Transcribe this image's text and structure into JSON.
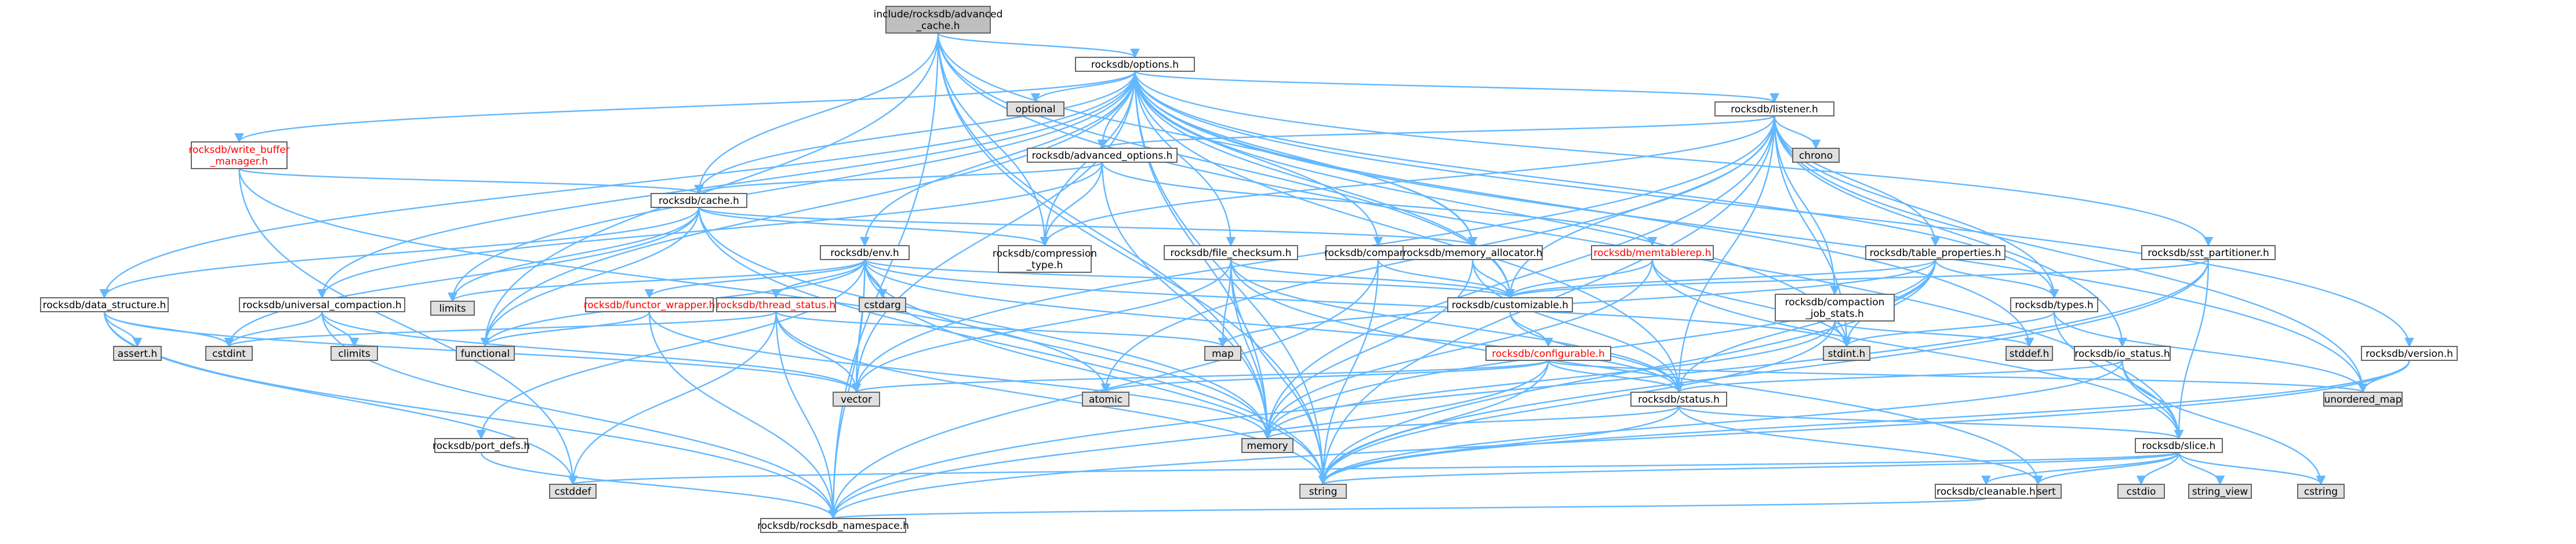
{
  "colors": {
    "edge": "#63B8FF",
    "border": "#666666",
    "node_fill": "#ffffff",
    "root_fill": "#bfbfbf",
    "external_fill": "#e0e0e0",
    "text": "#000000",
    "incomplete_text": "#ff0000"
  },
  "nodes": [
    {
      "id": "root",
      "lines": [
        "include/rocksdb/advanced",
        "_cache.h"
      ],
      "kind": "root"
    },
    {
      "id": "options",
      "lines": [
        "rocksdb/options.h"
      ],
      "kind": "file"
    },
    {
      "id": "listener",
      "lines": [
        "rocksdb/listener.h"
      ],
      "kind": "file"
    },
    {
      "id": "optional",
      "lines": [
        "optional"
      ],
      "kind": "external"
    },
    {
      "id": "wbm",
      "lines": [
        "rocksdb/write_buffer",
        "_manager.h"
      ],
      "kind": "incomplete"
    },
    {
      "id": "advopt",
      "lines": [
        "rocksdb/advanced_options.h"
      ],
      "kind": "file"
    },
    {
      "id": "chrono",
      "lines": [
        "chrono"
      ],
      "kind": "external"
    },
    {
      "id": "cache",
      "lines": [
        "rocksdb/cache.h"
      ],
      "kind": "file"
    },
    {
      "id": "env",
      "lines": [
        "rocksdb/env.h"
      ],
      "kind": "file"
    },
    {
      "id": "filechk",
      "lines": [
        "rocksdb/file_checksum.h"
      ],
      "kind": "file"
    },
    {
      "id": "comparator",
      "lines": [
        "rocksdb/comparator.h"
      ],
      "kind": "file"
    },
    {
      "id": "memalloc",
      "lines": [
        "rocksdb/memory_allocator.h"
      ],
      "kind": "file"
    },
    {
      "id": "memtablerep",
      "lines": [
        "rocksdb/memtablerep.h"
      ],
      "kind": "incomplete"
    },
    {
      "id": "tableprops",
      "lines": [
        "rocksdb/table_properties.h"
      ],
      "kind": "file"
    },
    {
      "id": "sstpart",
      "lines": [
        "rocksdb/sst_partitioner.h"
      ],
      "kind": "file"
    },
    {
      "id": "compression",
      "lines": [
        "rocksdb/compression",
        "_type.h"
      ],
      "kind": "file"
    },
    {
      "id": "datastruct",
      "lines": [
        "rocksdb/data_structure.h"
      ],
      "kind": "file"
    },
    {
      "id": "univcomp",
      "lines": [
        "rocksdb/universal_compaction.h"
      ],
      "kind": "file"
    },
    {
      "id": "limits",
      "lines": [
        "limits"
      ],
      "kind": "external"
    },
    {
      "id": "functor",
      "lines": [
        "rocksdb/functor_wrapper.h"
      ],
      "kind": "incomplete"
    },
    {
      "id": "threadstatus",
      "lines": [
        "rocksdb/thread_status.h"
      ],
      "kind": "incomplete"
    },
    {
      "id": "cstdarg",
      "lines": [
        "cstdarg"
      ],
      "kind": "external"
    },
    {
      "id": "customizable",
      "lines": [
        "rocksdb/customizable.h"
      ],
      "kind": "file"
    },
    {
      "id": "compjob",
      "lines": [
        "rocksdb/compaction",
        "_job_stats.h"
      ],
      "kind": "file"
    },
    {
      "id": "types",
      "lines": [
        "rocksdb/types.h"
      ],
      "kind": "file"
    },
    {
      "id": "version",
      "lines": [
        "rocksdb/version.h"
      ],
      "kind": "file"
    },
    {
      "id": "assert",
      "lines": [
        "assert.h"
      ],
      "kind": "external"
    },
    {
      "id": "cstdint",
      "lines": [
        "cstdint"
      ],
      "kind": "external"
    },
    {
      "id": "climits",
      "lines": [
        "climits"
      ],
      "kind": "external"
    },
    {
      "id": "functional",
      "lines": [
        "functional"
      ],
      "kind": "external"
    },
    {
      "id": "map",
      "lines": [
        "map"
      ],
      "kind": "external"
    },
    {
      "id": "configurable",
      "lines": [
        "rocksdb/configurable.h"
      ],
      "kind": "incomplete"
    },
    {
      "id": "stdint",
      "lines": [
        "stdint.h"
      ],
      "kind": "external"
    },
    {
      "id": "stddef",
      "lines": [
        "stddef.h"
      ],
      "kind": "external"
    },
    {
      "id": "iostatus",
      "lines": [
        "rocksdb/io_status.h"
      ],
      "kind": "file"
    },
    {
      "id": "unordered_map",
      "lines": [
        "unordered_map"
      ],
      "kind": "external"
    },
    {
      "id": "vector",
      "lines": [
        "vector"
      ],
      "kind": "external"
    },
    {
      "id": "atomic",
      "lines": [
        "atomic"
      ],
      "kind": "external"
    },
    {
      "id": "status",
      "lines": [
        "rocksdb/status.h"
      ],
      "kind": "file"
    },
    {
      "id": "portdefs",
      "lines": [
        "rocksdb/port_defs.h"
      ],
      "kind": "file"
    },
    {
      "id": "memory",
      "lines": [
        "memory"
      ],
      "kind": "external"
    },
    {
      "id": "slice",
      "lines": [
        "rocksdb/slice.h"
      ],
      "kind": "file"
    },
    {
      "id": "cstddef",
      "lines": [
        "cstddef"
      ],
      "kind": "external"
    },
    {
      "id": "string",
      "lines": [
        "string"
      ],
      "kind": "external"
    },
    {
      "id": "cassert",
      "lines": [
        "cassert"
      ],
      "kind": "external"
    },
    {
      "id": "cleanable",
      "lines": [
        "rocksdb/cleanable.h"
      ],
      "kind": "file"
    },
    {
      "id": "cstdio",
      "lines": [
        "cstdio"
      ],
      "kind": "external"
    },
    {
      "id": "string_view",
      "lines": [
        "string_view"
      ],
      "kind": "external"
    },
    {
      "id": "cstring",
      "lines": [
        "cstring"
      ],
      "kind": "external"
    },
    {
      "id": "namespace",
      "lines": [
        "rocksdb/rocksdb_namespace.h"
      ],
      "kind": "file"
    }
  ],
  "edges": [
    [
      "root",
      "options"
    ],
    [
      "root",
      "cache"
    ],
    [
      "root",
      "compression"
    ],
    [
      "root",
      "memalloc"
    ],
    [
      "root",
      "customizable"
    ],
    [
      "root",
      "memory"
    ],
    [
      "root",
      "string"
    ],
    [
      "root",
      "slice"
    ],
    [
      "root",
      "functional"
    ],
    [
      "root",
      "namespace"
    ],
    [
      "options",
      "listener"
    ],
    [
      "options",
      "optional"
    ],
    [
      "options",
      "wbm"
    ],
    [
      "options",
      "advopt"
    ],
    [
      "options",
      "cache"
    ],
    [
      "options",
      "env"
    ],
    [
      "options",
      "filechk"
    ],
    [
      "options",
      "comparator"
    ],
    [
      "options",
      "memalloc"
    ],
    [
      "options",
      "compression"
    ],
    [
      "options",
      "datastruct"
    ],
    [
      "options",
      "univcomp"
    ],
    [
      "options",
      "limits"
    ],
    [
      "options",
      "customizable"
    ],
    [
      "options",
      "sstpart"
    ],
    [
      "options",
      "types"
    ],
    [
      "options",
      "version"
    ],
    [
      "options",
      "stddef"
    ],
    [
      "options",
      "stdint"
    ],
    [
      "options",
      "unordered_map"
    ],
    [
      "options",
      "vector"
    ],
    [
      "options",
      "memory"
    ],
    [
      "options",
      "string"
    ],
    [
      "options",
      "status"
    ],
    [
      "options",
      "functional"
    ],
    [
      "listener",
      "chrono"
    ],
    [
      "listener",
      "advopt"
    ],
    [
      "listener",
      "tableprops"
    ],
    [
      "listener",
      "compjob"
    ],
    [
      "listener",
      "compression"
    ],
    [
      "listener",
      "customizable"
    ],
    [
      "listener",
      "types"
    ],
    [
      "listener",
      "iostatus"
    ],
    [
      "listener",
      "status"
    ],
    [
      "listener",
      "memory"
    ],
    [
      "listener",
      "string"
    ],
    [
      "listener",
      "unordered_map"
    ],
    [
      "listener",
      "vector"
    ],
    [
      "listener",
      "stdint"
    ],
    [
      "listener",
      "atomic"
    ],
    [
      "wbm",
      "cache"
    ],
    [
      "wbm",
      "cstddef"
    ],
    [
      "wbm",
      "atomic"
    ],
    [
      "advopt",
      "cache"
    ],
    [
      "advopt",
      "compression"
    ],
    [
      "advopt",
      "memtablerep"
    ],
    [
      "advopt",
      "univcomp"
    ],
    [
      "advopt",
      "memory"
    ],
    [
      "cache",
      "compression"
    ],
    [
      "cache",
      "memalloc"
    ],
    [
      "cache",
      "datastruct"
    ],
    [
      "cache",
      "limits"
    ],
    [
      "cache",
      "cstdint"
    ],
    [
      "cache",
      "functional"
    ],
    [
      "cache",
      "memory"
    ],
    [
      "cache",
      "string"
    ],
    [
      "env",
      "functor"
    ],
    [
      "env",
      "threadstatus"
    ],
    [
      "env",
      "customizable"
    ],
    [
      "env",
      "cstdarg"
    ],
    [
      "env",
      "limits"
    ],
    [
      "env",
      "functional"
    ],
    [
      "env",
      "memory"
    ],
    [
      "env",
      "portdefs"
    ],
    [
      "env",
      "stdint"
    ],
    [
      "env",
      "string"
    ],
    [
      "env",
      "status"
    ],
    [
      "env",
      "vector"
    ],
    [
      "env",
      "namespace"
    ],
    [
      "filechk",
      "customizable"
    ],
    [
      "filechk",
      "map"
    ],
    [
      "filechk",
      "memory"
    ],
    [
      "filechk",
      "string"
    ],
    [
      "filechk",
      "vector"
    ],
    [
      "filechk",
      "status"
    ],
    [
      "filechk",
      "cassert"
    ],
    [
      "comparator",
      "customizable"
    ],
    [
      "comparator",
      "string"
    ],
    [
      "comparator",
      "namespace"
    ],
    [
      "memalloc",
      "customizable"
    ],
    [
      "memalloc",
      "status"
    ],
    [
      "memalloc",
      "memory"
    ],
    [
      "memtablerep",
      "customizable"
    ],
    [
      "memtablerep",
      "slice"
    ],
    [
      "memtablerep",
      "stdint"
    ],
    [
      "memtablerep",
      "memory"
    ],
    [
      "tableprops",
      "customizable"
    ],
    [
      "tableprops",
      "types"
    ],
    [
      "tableprops",
      "status"
    ],
    [
      "tableprops",
      "map"
    ],
    [
      "tableprops",
      "memory"
    ],
    [
      "tableprops",
      "string"
    ],
    [
      "tableprops",
      "stdint"
    ],
    [
      "sstpart",
      "customizable"
    ],
    [
      "sstpart",
      "slice"
    ],
    [
      "sstpart",
      "string"
    ],
    [
      "sstpart",
      "namespace"
    ],
    [
      "datastruct",
      "assert"
    ],
    [
      "datastruct",
      "cstddef"
    ],
    [
      "datastruct",
      "cstdint"
    ],
    [
      "datastruct",
      "vector"
    ],
    [
      "datastruct",
      "namespace"
    ],
    [
      "univcomp",
      "climits"
    ],
    [
      "univcomp",
      "cstdint"
    ],
    [
      "univcomp",
      "vector"
    ],
    [
      "univcomp",
      "namespace"
    ],
    [
      "functor",
      "functional"
    ],
    [
      "functor",
      "memory"
    ],
    [
      "functor",
      "namespace"
    ],
    [
      "threadstatus",
      "cstddef"
    ],
    [
      "threadstatus",
      "cstdint"
    ],
    [
      "threadstatus",
      "map"
    ],
    [
      "threadstatus",
      "string"
    ],
    [
      "threadstatus",
      "vector"
    ],
    [
      "threadstatus",
      "namespace"
    ],
    [
      "customizable",
      "configurable"
    ],
    [
      "customizable",
      "status"
    ],
    [
      "configurable",
      "atomic"
    ],
    [
      "configurable",
      "string"
    ],
    [
      "configurable",
      "unordered_map"
    ],
    [
      "configurable",
      "vector"
    ],
    [
      "configurable",
      "status"
    ],
    [
      "configurable",
      "namespace"
    ],
    [
      "compjob",
      "stddef"
    ],
    [
      "compjob",
      "stdint"
    ],
    [
      "compjob",
      "string"
    ],
    [
      "compjob",
      "memory"
    ],
    [
      "types",
      "stdint"
    ],
    [
      "types",
      "slice"
    ],
    [
      "types",
      "unordered_map"
    ],
    [
      "iostatus",
      "status"
    ],
    [
      "iostatus",
      "string"
    ],
    [
      "iostatus",
      "slice"
    ],
    [
      "iostatus",
      "cstring"
    ],
    [
      "version",
      "string"
    ],
    [
      "version",
      "unordered_map"
    ],
    [
      "version",
      "namespace"
    ],
    [
      "status",
      "memory"
    ],
    [
      "status",
      "string"
    ],
    [
      "status",
      "slice"
    ],
    [
      "status",
      "cassert"
    ],
    [
      "portdefs",
      "namespace"
    ],
    [
      "slice",
      "cassert"
    ],
    [
      "slice",
      "cstdio"
    ],
    [
      "slice",
      "cstddef"
    ],
    [
      "slice",
      "string"
    ],
    [
      "slice",
      "string_view"
    ],
    [
      "slice",
      "cstring"
    ],
    [
      "slice",
      "cleanable"
    ],
    [
      "cleanable",
      "namespace"
    ]
  ]
}
